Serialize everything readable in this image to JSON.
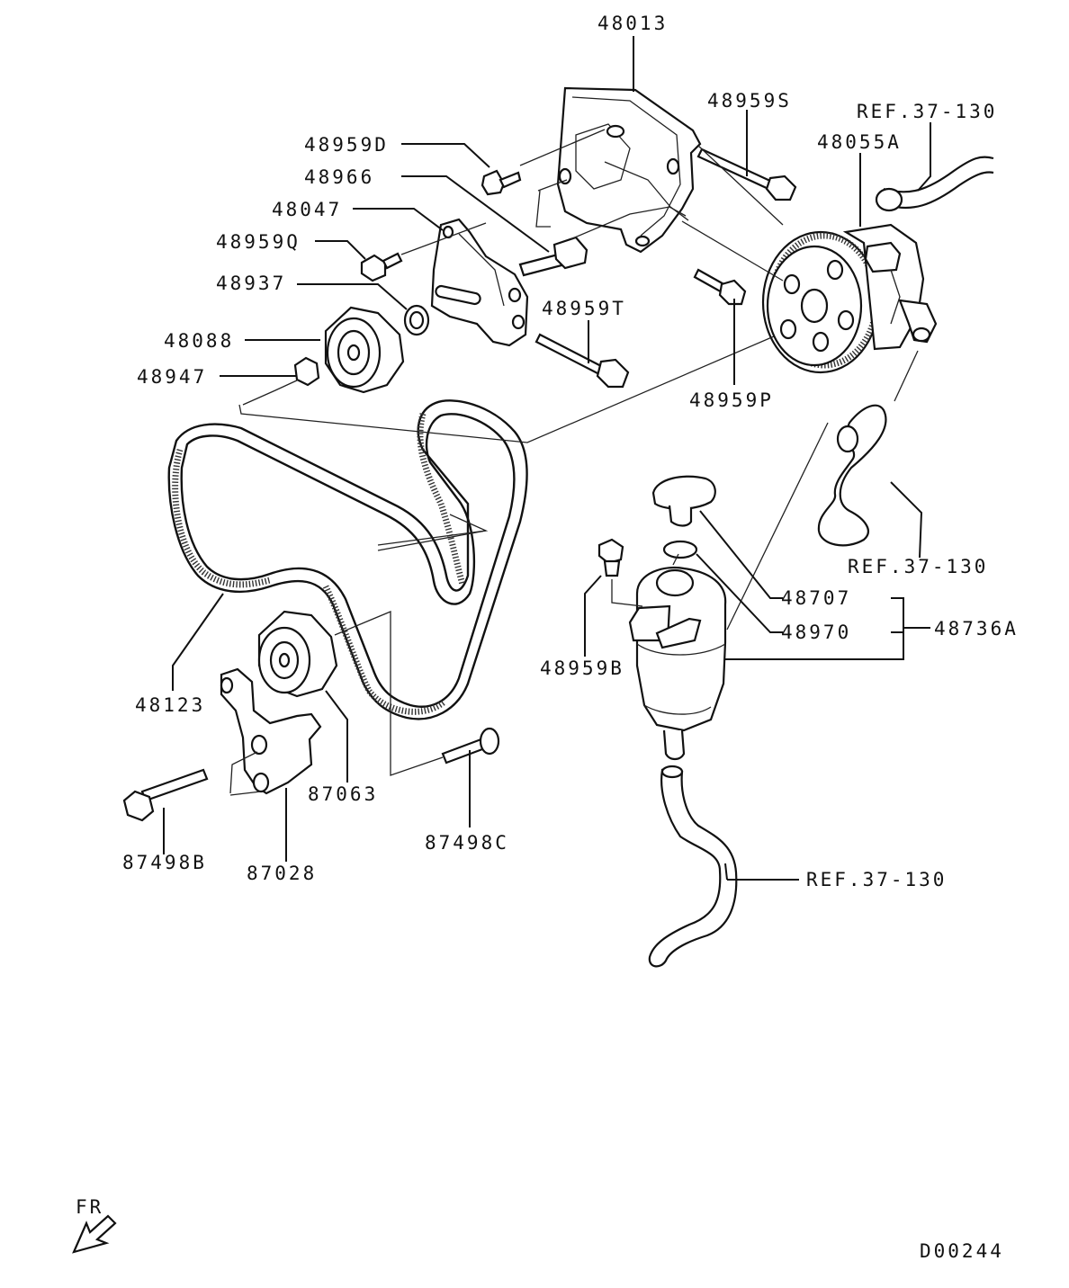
{
  "labels": {
    "p48013": "48013",
    "p48959S": "48959S",
    "ref1": "REF.37-130",
    "p48055A": "48055A",
    "p48959D": "48959D",
    "p48966": "48966",
    "p48047": "48047",
    "p48959Q": "48959Q",
    "p48937": "48937",
    "p48088": "48088",
    "p48947": "48947",
    "p48959T": "48959T",
    "p48959P": "48959P",
    "ref2": "REF.37-130",
    "p48707": "48707",
    "p48970": "48970",
    "p48736A": "48736A",
    "p48959B": "48959B",
    "p48123": "48123",
    "p87063": "87063",
    "p87498C": "87498C",
    "p87498B": "87498B",
    "p87028": "87028",
    "ref3": "REF.37-130",
    "fr": "FR",
    "drawing_no": "D00244"
  }
}
